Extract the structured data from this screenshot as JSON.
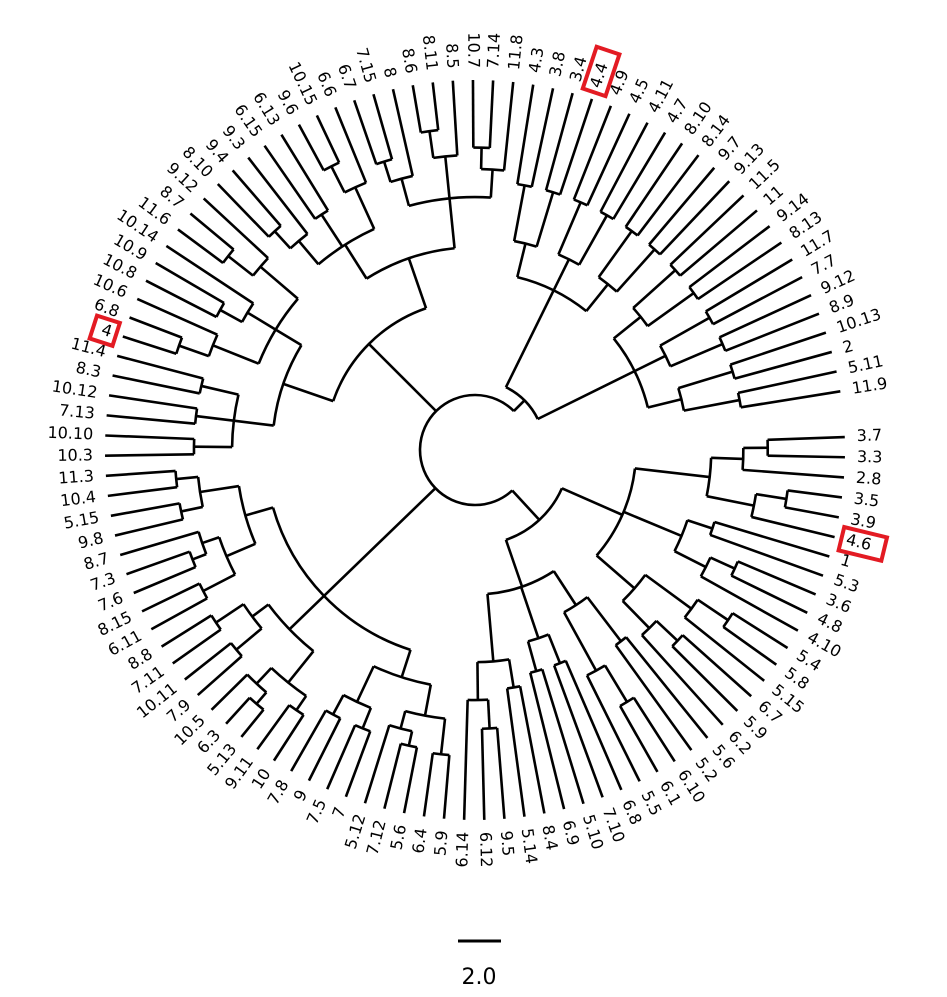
{
  "tree": {
    "leaves": [
      "3.7",
      "3.3",
      "2.8",
      "3.5",
      "3.9",
      "4.6",
      "1",
      "5.3",
      "3.6",
      "4.8",
      "4.10",
      "5.4",
      "5.8",
      "5.15",
      "6.7",
      "5.9",
      "6.2",
      "5.6",
      "5.2",
      "6.10",
      "6.1",
      "5.5",
      "6.8",
      "7.10",
      "5.10",
      "6.9",
      "8.4",
      "5.14",
      "9.5",
      "6.12",
      "6.14",
      "5.9",
      "6.4",
      "5.6",
      "7.12",
      "5.12",
      "7",
      "7.5",
      "9",
      "7.8",
      "10",
      "9.11",
      "5.13",
      "6.3",
      "10.5",
      "7.9",
      "10.11",
      "7.11",
      "8.8",
      "6.11",
      "8.15",
      "7.6",
      "7.3",
      "8.7",
      "9.8",
      "5.15",
      "10.4",
      "11.3",
      "10.3",
      "10.10",
      "7.13",
      "10.12",
      "8.3",
      "11.4",
      "4",
      "6.8",
      "10.6",
      "10.8",
      "10.9",
      "10.14",
      "11.6",
      "8.7",
      "9.12",
      "8.10",
      "9.4",
      "9.3",
      "6.15",
      "6.13",
      "9.6",
      "10.15",
      "6.6",
      "6.7",
      "7.15",
      "8",
      "8.6",
      "8.11",
      "8.5",
      "10.7",
      "7.14",
      "11.8",
      "4.3",
      "3.8",
      "3.4",
      "4.4",
      "4.9",
      "4.5",
      "4.11",
      "4.7",
      "8.10",
      "8.14",
      "9.7",
      "9.13",
      "11.5",
      "11",
      "9.14",
      "8.13",
      "11.7",
      "7.7",
      "9.12",
      "8.9",
      "10.13",
      "2",
      "5.11",
      "11.9"
    ],
    "highlighted": [
      "4.4",
      "4",
      "4.6"
    ],
    "colors": {
      "line": "#000000",
      "highlight": "#e31b23"
    }
  },
  "scale_bar": {
    "label": "2.0"
  }
}
